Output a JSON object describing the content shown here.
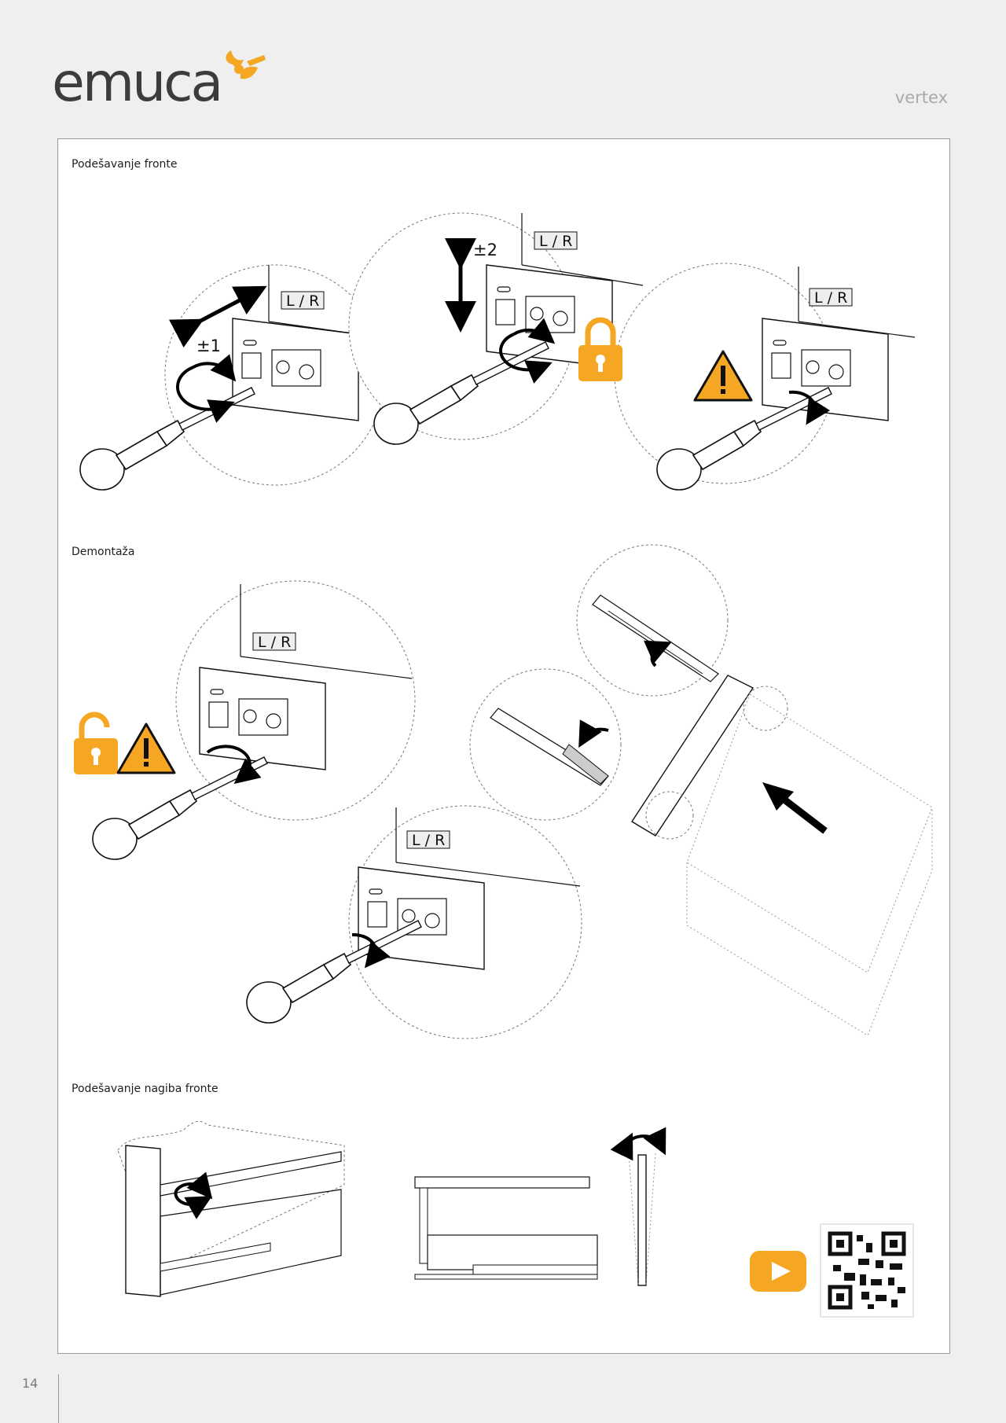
{
  "header": {
    "logo_text": "emuca",
    "product_name": "vertex",
    "brand_color": "#f5a623"
  },
  "sections": [
    {
      "title": "Podešavanje fronte"
    },
    {
      "title": "Demontaža"
    },
    {
      "title": "Podešavanje nagiba fronte"
    }
  ],
  "labels": {
    "side": "L / R",
    "adjust_depth": "±1",
    "adjust_height": "±2"
  },
  "icons": {
    "lock": "lock-icon",
    "unlock": "unlock-icon",
    "warning": "warning-icon",
    "video": "video-play-icon",
    "qr": "qr-code-icon"
  },
  "footer": {
    "page_number": "14"
  }
}
